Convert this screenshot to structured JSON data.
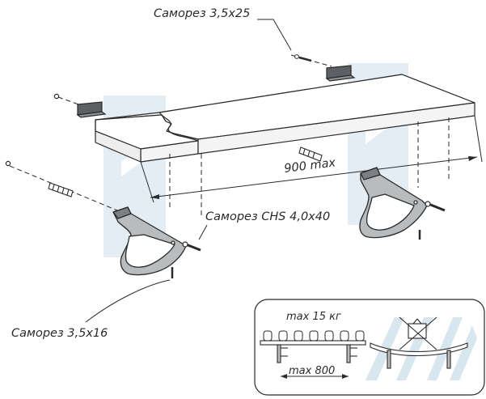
{
  "labels": {
    "screw_top": "Саморез 3,5x25",
    "screw_chs": "Саморез CHS 4,0x40",
    "screw_bottom": "Саморез 3,5x16",
    "width_max": "900 max"
  },
  "inset": {
    "load_max": "max 15 кг",
    "spacing_max": "max 800"
  },
  "colors": {
    "line": "#2a2a2a",
    "bracket_fill": "#b9bcbf",
    "watermark": "#c9dcea"
  }
}
